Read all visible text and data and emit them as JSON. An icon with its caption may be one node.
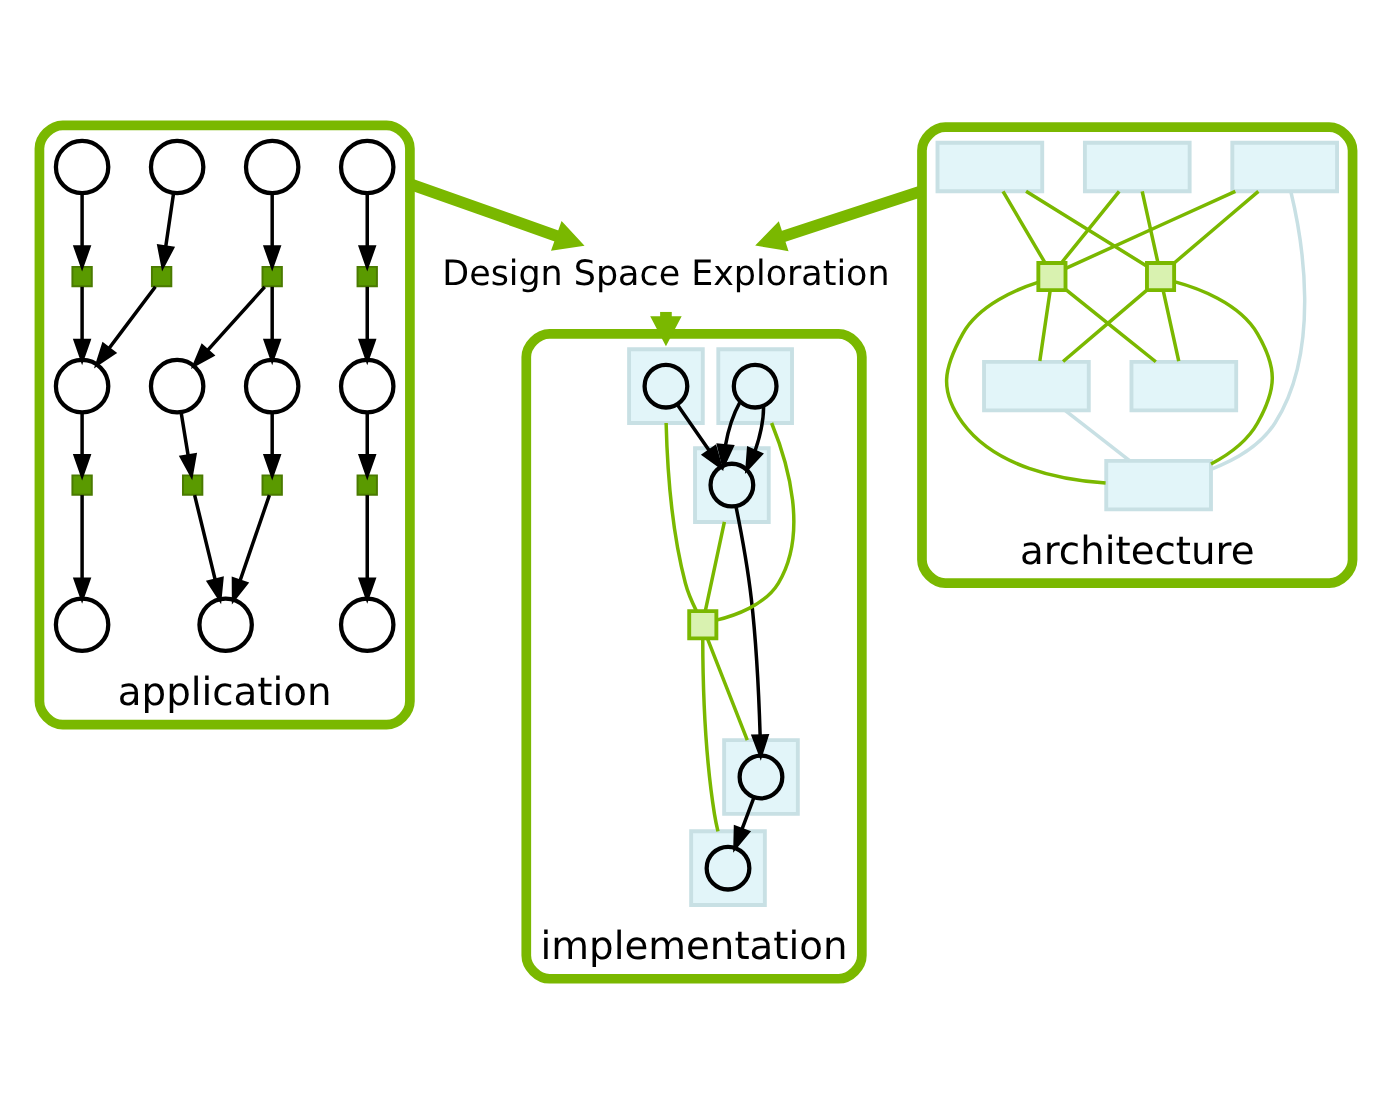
{
  "diagram": {
    "nodes": [
      {
        "text": [
          "application"
        ]
      },
      {
        "text": [],
        "shape": "circle",
        "in": 0
      },
      {
        "text": [],
        "shape": "box",
        "in": 0
      },
      {
        "text": [],
        "shape": "circle",
        "in": 0
      },
      {
        "text": [],
        "shape": "box",
        "in": 0
      },
      {
        "text": [],
        "shape": "circle",
        "in": 0
      },
      {
        "text": [],
        "shape": "circle",
        "in": 0
      },
      {
        "text": [],
        "shape": "box",
        "in": 0
      },
      {
        "text": [],
        "shape": "circle",
        "in": 0
      },
      {
        "text": [],
        "shape": "circle",
        "in": 0
      },
      {
        "text": [],
        "shape": "box",
        "in": 0
      },
      {
        "text": [],
        "shape": "box",
        "in": 0
      },
      {
        "text": [],
        "shape": "circle",
        "in": 0
      },
      {
        "text": [],
        "shape": "circle",
        "in": 0
      },
      {
        "text": [],
        "shape": "circle",
        "in": 0
      },
      {
        "text": [],
        "shape": "box",
        "in": 0
      },
      {
        "text": [],
        "shape": "box",
        "in": 0
      },
      {
        "text": [],
        "shape": "circle",
        "in": 0
      },
      {
        "text": [],
        "shape": "box",
        "in": 0
      },
      {
        "text": [],
        "shape": "circle",
        "in": 0
      },
      {
        "text": [
          "architecture"
        ]
      },
      {
        "text": [],
        "shape": "box",
        "in": 20
      },
      {
        "text": [],
        "shape": "box",
        "in": 20
      },
      {
        "text": [],
        "shape": "box",
        "in": 20
      },
      {
        "text": [],
        "shape": "box",
        "in": 20
      },
      {
        "text": [],
        "shape": "box",
        "in": 20
      },
      {
        "text": [],
        "shape": "box",
        "in": 20
      },
      {
        "text": [],
        "shape": "box",
        "in": 20
      },
      {
        "text": [],
        "shape": "box",
        "in": 20
      },
      {
        "text": [
          "Design Space Exploration"
        ]
      },
      {
        "text": [
          "implementation"
        ]
      },
      {
        "text": [],
        "shape": "box",
        "in": 30
      },
      {
        "text": [],
        "shape": "circle",
        "in": 31
      },
      {
        "text": [],
        "shape": "box",
        "in": 30
      },
      {
        "text": [],
        "shape": "circle",
        "in": 33
      },
      {
        "text": [],
        "shape": "box",
        "in": 30
      },
      {
        "text": [],
        "shape": "circle",
        "in": 35
      },
      {
        "text": [],
        "shape": "box",
        "in": 30
      },
      {
        "text": [],
        "shape": "box",
        "in": 30
      },
      {
        "text": [],
        "shape": "circle",
        "in": 38
      },
      {
        "text": [],
        "shape": "box",
        "in": 30
      },
      {
        "text": [],
        "shape": "circle",
        "in": 40
      }
    ],
    "edges": [
      {
        "from": 1,
        "to": 2,
        "arrow": "to"
      },
      {
        "from": 2,
        "to": 3,
        "arrow": "to"
      },
      {
        "from": 3,
        "to": 4,
        "arrow": "to"
      },
      {
        "from": 4,
        "to": 5,
        "arrow": "to"
      },
      {
        "from": 6,
        "to": 7,
        "arrow": "to"
      },
      {
        "from": 7,
        "to": 8,
        "arrow": "to"
      },
      {
        "from": 7,
        "to": 9,
        "arrow": "to"
      },
      {
        "from": 8,
        "to": 10,
        "arrow": "to"
      },
      {
        "from": 9,
        "to": 11,
        "arrow": "to"
      },
      {
        "from": 10,
        "to": 12,
        "arrow": "to"
      },
      {
        "from": 11,
        "to": 12,
        "arrow": "to"
      },
      {
        "from": 13,
        "to": 15,
        "arrow": "to"
      },
      {
        "from": 14,
        "to": 16,
        "arrow": "to"
      },
      {
        "from": 15,
        "to": 17,
        "arrow": "to"
      },
      {
        "from": 16,
        "to": 17,
        "arrow": "to"
      },
      {
        "from": 17,
        "to": 18,
        "arrow": "to"
      },
      {
        "from": 18,
        "to": 19,
        "arrow": "to"
      },
      {
        "from": 21,
        "to": 24,
        "arrow": "none",
        "color": "#7ab800"
      },
      {
        "from": 22,
        "to": 24,
        "arrow": "none",
        "color": "#7ab800"
      },
      {
        "from": 23,
        "to": 24,
        "arrow": "none",
        "color": "#7ab800"
      },
      {
        "from": 21,
        "to": 25,
        "arrow": "none",
        "color": "#7ab800"
      },
      {
        "from": 22,
        "to": 25,
        "arrow": "none",
        "color": "#7ab800"
      },
      {
        "from": 23,
        "to": 25,
        "arrow": "none",
        "color": "#7ab800"
      },
      {
        "from": 24,
        "to": 26,
        "arrow": "none",
        "color": "#7ab800"
      },
      {
        "from": 24,
        "to": 27,
        "arrow": "none",
        "color": "#7ab800"
      },
      {
        "from": 24,
        "to": 28,
        "arrow": "none",
        "color": "#7ab800"
      },
      {
        "from": 25,
        "to": 26,
        "arrow": "none",
        "color": "#7ab800"
      },
      {
        "from": 25,
        "to": 27,
        "arrow": "none",
        "color": "#7ab800"
      },
      {
        "from": 25,
        "to": 28,
        "arrow": "none",
        "color": "#7ab800"
      },
      {
        "from": 23,
        "to": 28,
        "arrow": "none",
        "color": "#c8e0e4"
      },
      {
        "from": 27,
        "to": 28,
        "arrow": "none",
        "color": "#c8e0e4"
      },
      {
        "from": 0,
        "to": 29,
        "arrow": "to",
        "style": "thick",
        "color": "#7ab800"
      },
      {
        "from": 20,
        "to": 29,
        "arrow": "to",
        "style": "thick",
        "color": "#7ab800"
      },
      {
        "from": 29,
        "to": 30,
        "arrow": "to",
        "style": "thick",
        "color": "#7ab800"
      },
      {
        "from": 32,
        "to": 34,
        "arrow": "to"
      },
      {
        "from": 36,
        "to": 34,
        "arrow": "to"
      },
      {
        "from": 36,
        "to": 34,
        "arrow": "to"
      },
      {
        "from": 34,
        "to": 39,
        "arrow": "to"
      },
      {
        "from": 39,
        "to": 41,
        "arrow": "to"
      },
      {
        "from": 31,
        "to": 37,
        "arrow": "none",
        "color": "#7ab800"
      },
      {
        "from": 33,
        "to": 37,
        "arrow": "none",
        "color": "#7ab800"
      },
      {
        "from": 35,
        "to": 37,
        "arrow": "none",
        "color": "#7ab800"
      },
      {
        "from": 37,
        "to": 38,
        "arrow": "none",
        "color": "#7ab800"
      },
      {
        "from": 37,
        "to": 40,
        "arrow": "none",
        "color": "#7ab800"
      }
    ]
  }
}
